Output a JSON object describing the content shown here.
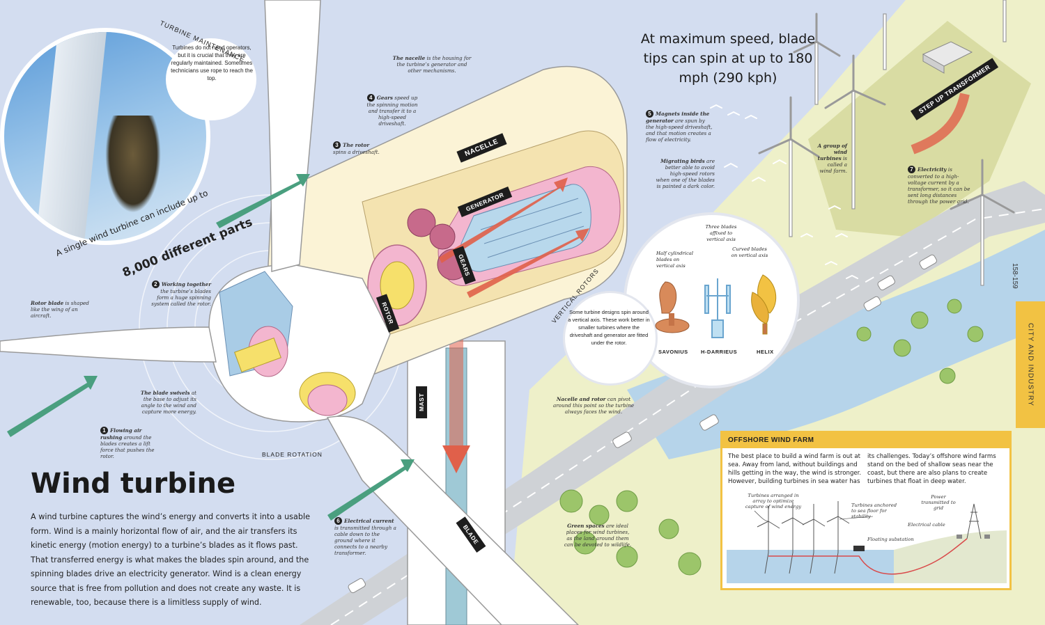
{
  "colors": {
    "sky": "#d3ddf0",
    "land": "#eef0c9",
    "water": "#b6d4ea",
    "accent_yellow": "#f2c243",
    "arrow_red": "#e0604a",
    "arrow_green": "#4a9f7f",
    "ink": "#1a1a1a"
  },
  "title": "Wind turbine",
  "intro": "A wind turbine captures the wind’s energy and converts it into a usable form. Wind is a mainly horizontal flow of air, and the air transfers its kinetic energy (motion energy) to a turbine’s blades as it flows past. That transferred energy is what makes the blades spin around, and the spinning blades drive an electricity generator. Wind is a clean energy source that is free from pollution and does not create any waste. It is renewable, too, because there is a limitless supply of wind.",
  "speed_fact": "At maximum speed, blade tips can spin at up to 180 mph (290 kph)",
  "parts_fact_line1": "A single wind turbine can include up to",
  "parts_fact_line2": "8,000 different parts",
  "maintenance": {
    "heading": "TURBINE MAINTENANCE",
    "text": "Turbines do not need operators, but it is crucial that they are regularly maintained. Sometimes technicians use rope to reach the top."
  },
  "labels": {
    "nacelle": "NACELLE",
    "generator": "GENERATOR",
    "gears": "GEARS",
    "rotor": "ROTOR",
    "mast": "MAST",
    "blade": "BLADE",
    "step_up": "STEP UP TRANSFORMER",
    "blade_rotation": "BLADE ROTATION",
    "vertical_rotors": "VERTICAL ROTORS"
  },
  "notes": {
    "nacelle_lead": "The nacelle",
    "nacelle_text": "is the housing for the turbine’s generator and other mechanisms.",
    "gears_num": "4",
    "gears_lead": "Gears",
    "gears_text": "speed up the spinning motion and transfer it to a high-speed driveshaft.",
    "rotor_num": "3",
    "rotor_lead": "The rotor",
    "rotor_text": "spins a driveshaft.",
    "magnets_num": "5",
    "magnets_lead": "Magnets inside the generator",
    "magnets_text": "are spun by the high-speed driveshaft, and that motion creates a flow of electricity.",
    "birds_lead": "Migrating birds",
    "birds_text": "are better able to avoid high-speed rotors when one of the blades is painted a dark color.",
    "group_lead": "A group of wind turbines",
    "group_text": "is called a wind farm.",
    "electricity_num": "7",
    "electricity_lead": "Electricity",
    "electricity_text": "is converted to a high-voltage current by a transformer, so it can be sent long distances through the power grid.",
    "working_num": "2",
    "working_lead": "Working together",
    "working_text": "the turbine’s blades form a huge spinning system called the rotor.",
    "rotorblade_lead": "Rotor blade",
    "rotorblade_text": "is shaped like the wing of an aircraft.",
    "swivel_lead": "The blade swivels",
    "swivel_text": "at the base to adjust its angle to the wind and capture more energy.",
    "airflow_num": "1",
    "airflow_lead": "Flowing air rushing",
    "airflow_text": "around the blades creates a lift force that pushes the rotor.",
    "pivot_lead": "Nacelle and rotor",
    "pivot_text": "can pivot around this point so the turbine always faces the wind.",
    "current_num": "6",
    "current_lead": "Electrical current",
    "current_text": "is transmitted through a cable down to the ground where it connects to a nearby transformer.",
    "green_lead": "Green spaces",
    "green_text": "are ideal places for wind turbines, as the land around them can be devoted to wildlife."
  },
  "vertical": {
    "description": "Some turbine designs spin around a vertical axis. These work better in smaller turbines where the driveshaft and generator are fitted under the rotor.",
    "three_blades": "Three blades affixed to vertical axis",
    "half_cyl": "Half cylindrical blades on vertical axis",
    "curved": "Curved blades on vertical axis",
    "types": [
      "SAVONIUS",
      "H-DARRIEUS",
      "HELIX"
    ]
  },
  "offshore": {
    "heading": "OFFSHORE WIND FARM",
    "col1": "The best place to build a wind farm is out at sea. Away from land, without buildings and hills getting in the way, the wind is stronger. However, building turbines in sea water has",
    "col2": "its challenges. Today’s offshore wind farms stand on the bed of shallow seas near the coast, but there are also plans to create turbines that float in deep water.",
    "labels": {
      "array": "Turbines arranged in array to optimize capture of wind energy",
      "anchored": "Turbines anchored to sea floor for stability",
      "power": "Power transmitted to grid",
      "cable": "Electrical cable",
      "floating": "Floating substation"
    }
  },
  "section": "CITY AND INDUSTRY",
  "page_numbers": "158-159"
}
